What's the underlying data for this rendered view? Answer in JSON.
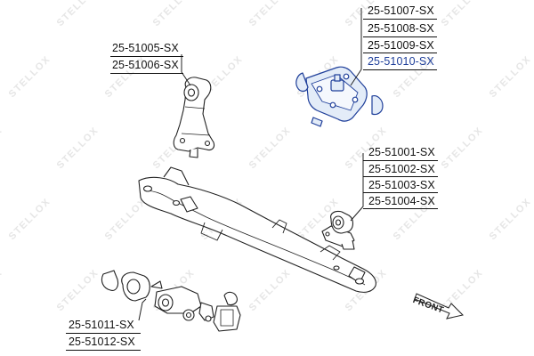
{
  "brand_watermark": "STELLOX",
  "colors": {
    "highlight": "#1f3f9a",
    "highlight_fill": "#e3ecf8",
    "outline": "#222222",
    "watermark": "#e6e6e6"
  },
  "labels": {
    "group_top_right": [
      "25-51007-SX",
      "25-51008-SX",
      "25-51009-SX",
      "25-51010-SX"
    ],
    "group_top_left": [
      "25-51005-SX",
      "25-51006-SX"
    ],
    "group_mid_right": [
      "25-51001-SX",
      "25-51002-SX",
      "25-51003-SX",
      "25-51004-SX"
    ],
    "group_bottom_left": [
      "25-51011-SX",
      "25-51012-SX"
    ]
  },
  "front_label": "FRONT"
}
